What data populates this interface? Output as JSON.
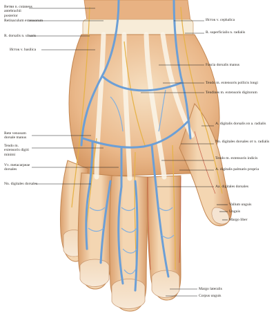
{
  "figure": {
    "colors": {
      "background": "#ffffff",
      "skin": "#f1d7b4",
      "skin_shadow": "#d9a777",
      "fascia": "#f6e4c8",
      "tendon": "#f4efe4",
      "vein": "#6e9fd4",
      "vein_dark": "#3f74b3",
      "nerve": "#e8b54a",
      "artery": "#c2503a",
      "leader_line": "#1a1a1a",
      "label_text": "#2a2622"
    },
    "labels_left": [
      {
        "id": "ramus-cutaneus",
        "text": "Ветви n. cutaneus antebrachii posterior"
      },
      {
        "id": "retinaculum",
        "text": "Retinaculum extensorum"
      },
      {
        "id": "r-dorsalis-ulnaris",
        "text": "R. dorsalis n. ulnaris"
      },
      {
        "id": "v-basilica",
        "text": "Исток v. basilica"
      },
      {
        "id": "rete-venosum",
        "text": "Rete venosum dorsale manus"
      },
      {
        "id": "tendo-digiti-minimi",
        "text": "Tendo m. extensoris digiti minimi"
      },
      {
        "id": "vv-metacarpeae",
        "text": "Vv. metacarpeae dorsales"
      },
      {
        "id": "nn-digitales-left",
        "text": "Nn. digitales dorsales"
      }
    ],
    "labels_right": [
      {
        "id": "v-cephalica",
        "text": "Исток v. cephalica"
      },
      {
        "id": "r-superficialis",
        "text": "R. superficialis n. radialis"
      },
      {
        "id": "fascia-dorsalis",
        "text": "Fascia dorsalis manus"
      },
      {
        "id": "tendo-pollicis",
        "text": "Tendo m. extensoris pollicis longi"
      },
      {
        "id": "tendines-digitorum",
        "text": "Tendines m. extensoris digitorum"
      },
      {
        "id": "a-digitalis-dorsalis",
        "text": "A. digitalis dorsalis из a. radialis"
      },
      {
        "id": "nn-digitales-radialis",
        "text": "Nn. digitales dorsales от n. radialis"
      },
      {
        "id": "tendo-indicis",
        "text": "Tendo m. extensoris indicis"
      },
      {
        "id": "a-digitalis-palmaris",
        "text": "A. digitalis palmaris propria"
      },
      {
        "id": "aa-digitales",
        "text": "Aa. digitales dorsales"
      },
      {
        "id": "vallum-unguis",
        "text": "Vallum unguis"
      },
      {
        "id": "unguis",
        "text": "Unguis"
      },
      {
        "id": "margo-liber",
        "text": "Margo liber"
      },
      {
        "id": "margo-lateralis",
        "text": "Margo lateralis"
      },
      {
        "id": "corpus-unguis",
        "text": "Corpus unguis"
      }
    ]
  }
}
